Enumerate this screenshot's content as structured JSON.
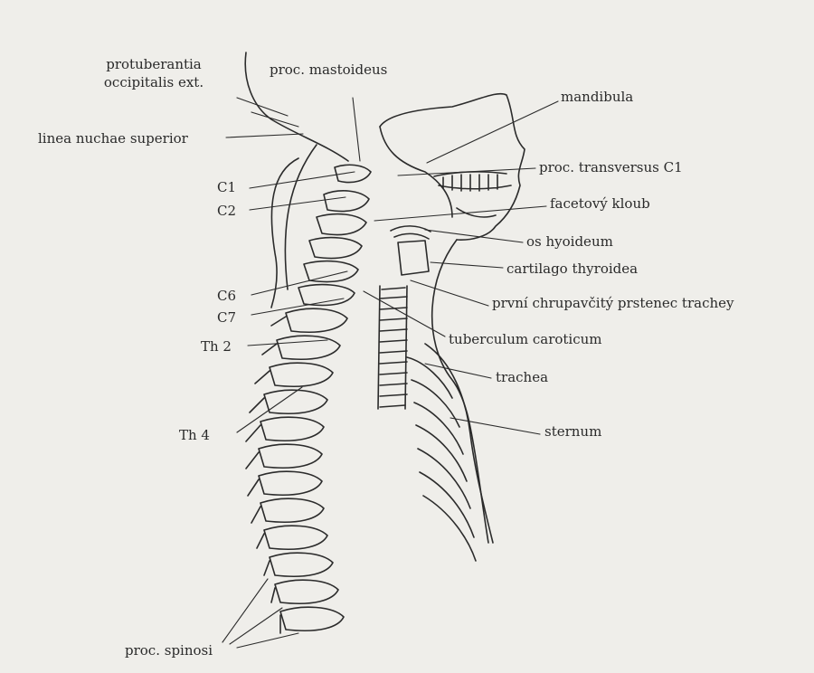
{
  "labels": {
    "protuberantia": "protuberantia",
    "occipitalis": "occipitalis ext.",
    "mastoideus": "proc. mastoideus",
    "mandibula": "mandibula",
    "linea": "linea nuchae superior",
    "transversus": "proc. transversus C1",
    "c1": "C1",
    "facetovy": "facetový kloub",
    "c2": "C2",
    "hyoideum": "os hyoideum",
    "thyroidea": "cartilago thyroidea",
    "c6": "C6",
    "prvni": "první chrupavčitý prstenec trachey",
    "c7": "C7",
    "tuberculum": "tuberculum caroticum",
    "th2": "Th 2",
    "trachea": "trachea",
    "th4": "Th 4",
    "sternum": "sternum",
    "spinosi": "proc. spinosi"
  },
  "colors": {
    "background": "#efeeea",
    "ink": "#2a2a2a"
  }
}
